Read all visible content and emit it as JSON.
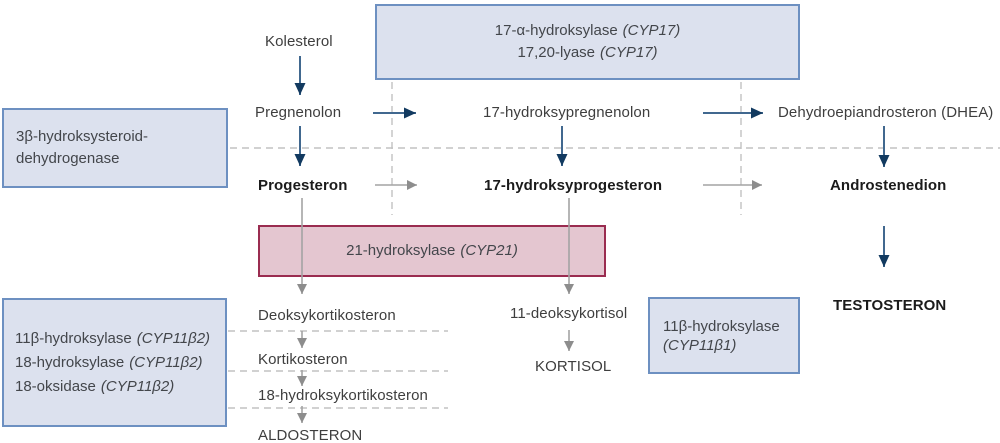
{
  "nodes": {
    "kolesterol": "Kolesterol",
    "pregnenolon": "Pregnenolon",
    "hydroksypregnenolon": "17-hydroksypregnenolon",
    "dhea": "Dehydroepiandrosteron (DHEA)",
    "progesteron": "Progesteron",
    "hydroksyprogesteron": "17-hydroksyprogesteron",
    "androstenedion": "Androstenedion",
    "deoksykortikosteron": "Deoksykortikosteron",
    "deoksykortisol": "11-deoksykortisol",
    "kortikosteron": "Kortikosteron",
    "hydroksykortikosteron": "18-hydroksykortikosteron",
    "aldosteron": "ALDOSTERON",
    "kortisol": "KORTISOL",
    "testosteron": "TESTOSTERON"
  },
  "enzymes": {
    "cyp17": {
      "line1_name": "17-α-hydroksylase",
      "line1_gene": "(CYP17)",
      "line2_name": "17,20-lyase",
      "line2_gene": "(CYP17)"
    },
    "hsd3b": {
      "line1": "3β-hydroksysteroid-",
      "line2": "dehydrogenase"
    },
    "cyp21": {
      "name": "21-hydroksylase",
      "gene": "(CYP21)"
    },
    "cyp11b2": {
      "line1_name": "11β-hydroksylase",
      "line1_gene": "(CYP11β2)",
      "line2_name": "18-hydroksylase",
      "line2_gene": "(CYP11β2)",
      "line3_name": "18-oksidase",
      "line3_gene": "(CYP11β2)"
    },
    "cyp11b1": {
      "name": "11β-hydroksylase",
      "gene": "(CYP11β1)"
    }
  },
  "colors": {
    "blue_box_fill": "#dce1ee",
    "blue_box_border": "#6d90c1",
    "pink_box_fill": "#e4c6d0",
    "pink_box_border": "#9a2c50",
    "arrow_blue_shaft": "#41688f",
    "arrow_blue_head": "#123a60",
    "arrow_gray": "#a3a3a3",
    "arrow_gray_head": "#8d8d8d",
    "dash": "#c2c2c2",
    "text": "#3e3e3e",
    "text_strong": "#1b1b1b",
    "box_text": "#43464b"
  }
}
